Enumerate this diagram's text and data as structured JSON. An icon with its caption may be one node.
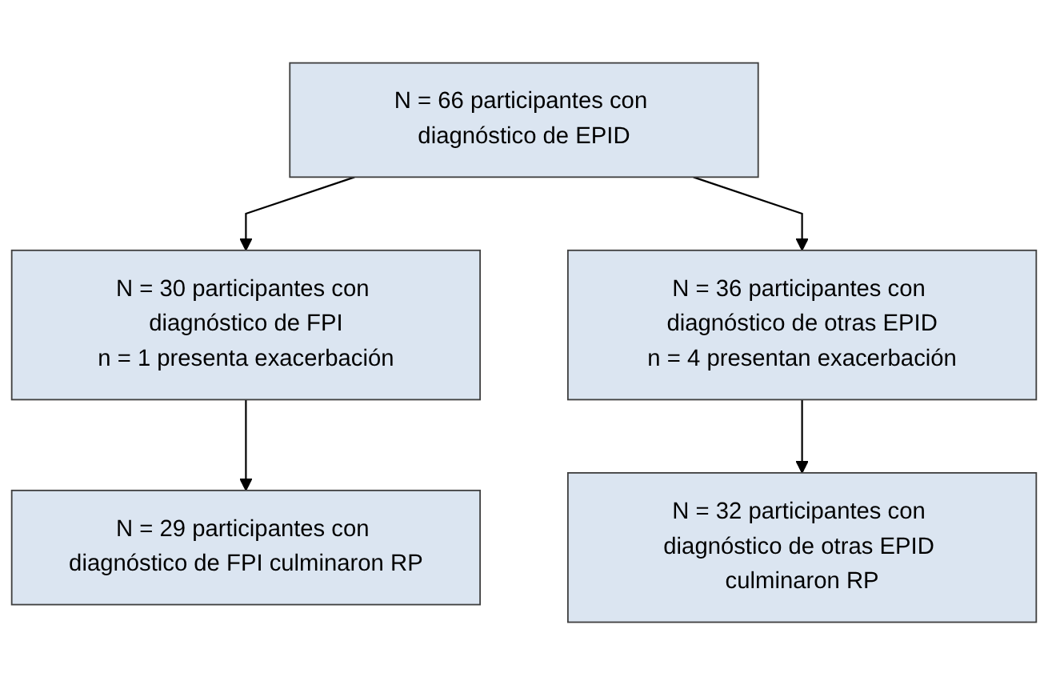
{
  "diagram": {
    "nodes": [
      {
        "text": [
          "N = 66 participantes con diagnóstico de EPID"
        ]
      },
      {
        "text": [
          "N = 30 participantes con diagnóstico de FPI",
          "n = 1 presenta exacerbación"
        ]
      },
      {
        "text": [
          "N = 36 participantes con diagnóstico de otras EPID",
          "n = 4 presentan exacerbación"
        ]
      },
      {
        "text": [
          "N = 29 participantes con diagnóstico de FPI culminaron RP"
        ]
      },
      {
        "text": [
          "N = 32 participantes con diagnóstico de otras EPID culminaron RP"
        ]
      }
    ],
    "edges": [
      {
        "from": 0,
        "to": 1,
        "arrow": "to"
      },
      {
        "from": 0,
        "to": 2,
        "arrow": "to"
      },
      {
        "from": 1,
        "to": 3,
        "arrow": "to"
      },
      {
        "from": 2,
        "to": 4,
        "arrow": "to"
      }
    ]
  }
}
